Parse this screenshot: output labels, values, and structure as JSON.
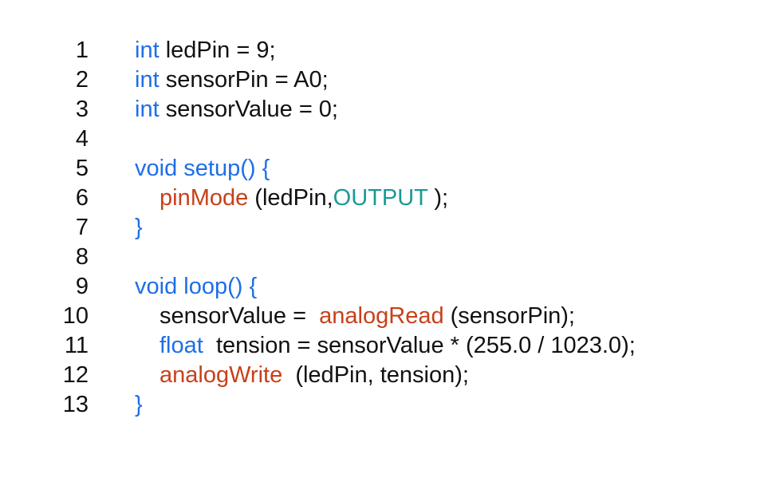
{
  "code": {
    "lines": [
      {
        "number": "1",
        "indent": false,
        "tokens": [
          {
            "text": "int",
            "kind": "keyword"
          },
          {
            "text": " ledPin = 9;",
            "kind": "plain"
          }
        ]
      },
      {
        "number": "2",
        "indent": false,
        "tokens": [
          {
            "text": "int",
            "kind": "keyword"
          },
          {
            "text": " sensorPin = A0;",
            "kind": "plain"
          }
        ]
      },
      {
        "number": "3",
        "indent": false,
        "tokens": [
          {
            "text": "int",
            "kind": "keyword"
          },
          {
            "text": " sensorValue = 0;",
            "kind": "plain"
          }
        ]
      },
      {
        "number": "4",
        "indent": false,
        "tokens": []
      },
      {
        "number": "5",
        "indent": false,
        "tokens": [
          {
            "text": "void setup() {",
            "kind": "keyword"
          }
        ]
      },
      {
        "number": "6",
        "indent": true,
        "tokens": [
          {
            "text": "pinMode",
            "kind": "func"
          },
          {
            "text": " (ledPin,",
            "kind": "plain"
          },
          {
            "text": "OUTPUT",
            "kind": "const"
          },
          {
            "text": " );",
            "kind": "plain"
          }
        ]
      },
      {
        "number": "7",
        "indent": false,
        "tokens": [
          {
            "text": "}",
            "kind": "keyword"
          }
        ]
      },
      {
        "number": "8",
        "indent": false,
        "tokens": []
      },
      {
        "number": "9",
        "indent": false,
        "tokens": [
          {
            "text": "void loop() {",
            "kind": "keyword"
          }
        ]
      },
      {
        "number": "10",
        "indent": true,
        "tokens": [
          {
            "text": "sensorValue =  ",
            "kind": "plain"
          },
          {
            "text": "analogRead",
            "kind": "func"
          },
          {
            "text": " (sensorPin);",
            "kind": "plain"
          }
        ]
      },
      {
        "number": "11",
        "indent": true,
        "tokens": [
          {
            "text": "float",
            "kind": "keyword"
          },
          {
            "text": "  tension = sensorValue * (255.0 / 1023.0);",
            "kind": "plain"
          }
        ]
      },
      {
        "number": "12",
        "indent": true,
        "tokens": [
          {
            "text": "analogWrite",
            "kind": "func"
          },
          {
            "text": "  (ledPin, tension);",
            "kind": "plain"
          }
        ]
      },
      {
        "number": "13",
        "indent": false,
        "tokens": [
          {
            "text": "}",
            "kind": "keyword"
          }
        ]
      }
    ]
  },
  "colors": {
    "keyword": "#1e6ee8",
    "func": "#c8401a",
    "const": "#1a9a94",
    "plain": "#111111"
  }
}
